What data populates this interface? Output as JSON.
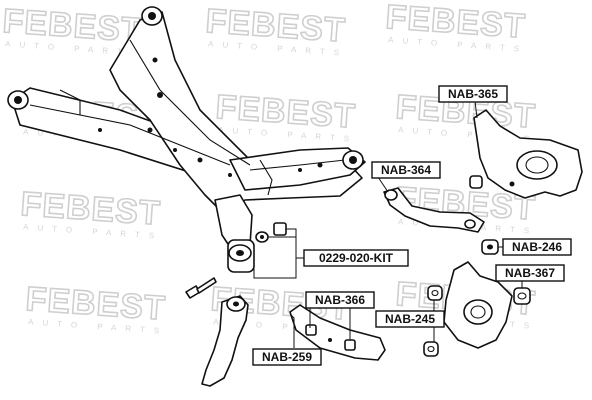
{
  "watermark": {
    "brand": "FEBEST",
    "tagline": "AUTO PARTS"
  },
  "callouts": [
    {
      "id": "nab-365",
      "text": "NAB-365"
    },
    {
      "id": "nab-364",
      "text": "NAB-364"
    },
    {
      "id": "nab-246",
      "text": "NAB-246"
    },
    {
      "id": "kit-0229-020",
      "text": "0229-020-KIT"
    },
    {
      "id": "nab-367",
      "text": "NAB-367"
    },
    {
      "id": "nab-366",
      "text": "NAB-366"
    },
    {
      "id": "nab-245",
      "text": "NAB-245"
    },
    {
      "id": "nab-259",
      "text": "NAB-259"
    }
  ]
}
